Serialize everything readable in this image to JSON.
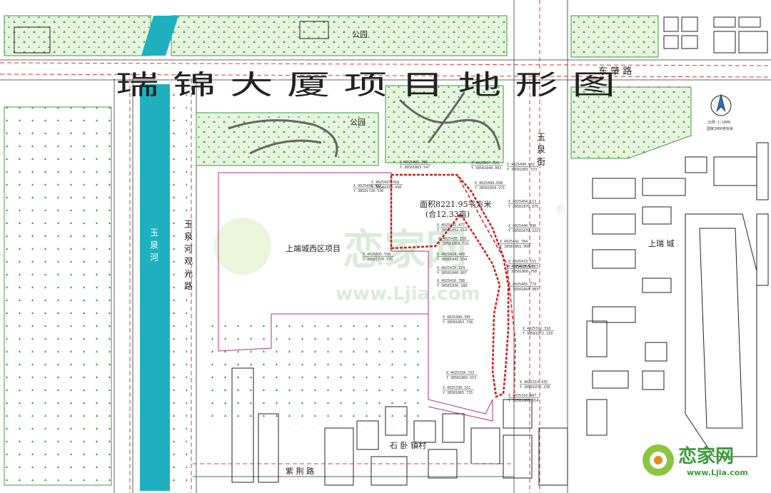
{
  "title": "瑞 锦 大 厦 项 目 地 形 图",
  "colors": {
    "park_fill": "#e4f4dc",
    "park_edge": "#3f9a3f",
    "river": "#1fb0c0",
    "boundary_red": "#d21c1c",
    "road_red": "#d93a3a",
    "parcel_line": "#b0307a",
    "building_line": "#222222"
  },
  "labels": {
    "park_top": "公园",
    "park_mid": "公园",
    "road_east": "东 肇 路",
    "street_yuquan": "玉\n泉\n街",
    "river_name": "玉\n泉\n河",
    "river_road": "玉\n泉\n河\n观\n光\n路",
    "project_west": "上端城西区项目",
    "shangrui": "上瑞 城",
    "village": "石 卧 镇村",
    "south_road": "紫 荆 路"
  },
  "parcel": {
    "area": "面积8221.95平方米",
    "mu": "(合12.33亩)"
  },
  "coord_labels": [
    {
      "x": "X 4025495.796",
      "y": "Y 38581803.547"
    },
    {
      "x": "X 4025497.418",
      "y": "Y 38581818.438"
    },
    {
      "x": "X 4025496.402",
      "y": "Y 38581720.530"
    },
    {
      "x": "X 4025497.729",
      "y": "Y 38581848.883"
    },
    {
      "x": "X 4025496.602",
      "y": "Y 38581865.533"
    },
    {
      "x": "X 4025484.698",
      "y": "Y 38581858.971"
    },
    {
      "x": "X 4025464.113",
      "y": "Y 38581870.879"
    },
    {
      "x": "X 4025445.477",
      "y": "Y 38581852.814"
    },
    {
      "x": "X 4025440.996",
      "y": "Y 38581870.222"
    },
    {
      "x": "X 4025441.784",
      "y": "Y 38581861.908"
    },
    {
      "x": "X 4025435.158",
      "y": "Y 38581858.719"
    },
    {
      "x": "X 4025433.151",
      "y": "Y 38581856.115"
    },
    {
      "x": "X 4025435.550",
      "y": "Y 38581770.530"
    },
    {
      "x": "X 4025424.499",
      "y": "Y 38581842.934"
    },
    {
      "x": "X 4025423.988",
      "y": "Y 38581860.768"
    },
    {
      "x": "X 4025415.224",
      "y": "Y 38581840.807"
    },
    {
      "x": "X 4025416.788",
      "y": "Y 38581836.188"
    },
    {
      "x": "X 4025405.779",
      "y": "Y 38581864.983"
    },
    {
      "x": "X 4025389.395",
      "y": "Y 38581863.738"
    },
    {
      "x": "X 4025372.318",
      "y": "Y 38581872.233"
    },
    {
      "x": "X 4025334.733",
      "y": "Y 38581860.553"
    },
    {
      "x": "X 4025338.161",
      "y": "Y 38581865.735"
    },
    {
      "x": "X 4025314.435",
      "y": "Y 38581875.238"
    },
    {
      "x": "X 4025316.887",
      "y": "Y 38581866.554"
    }
  ],
  "north_arrow": {
    "scale": "比例 1:1000",
    "datum": "国家2000坐标系"
  },
  "watermark": {
    "brand": "恋家网",
    "url": "www.Ljia.com",
    "trademark": "®"
  }
}
